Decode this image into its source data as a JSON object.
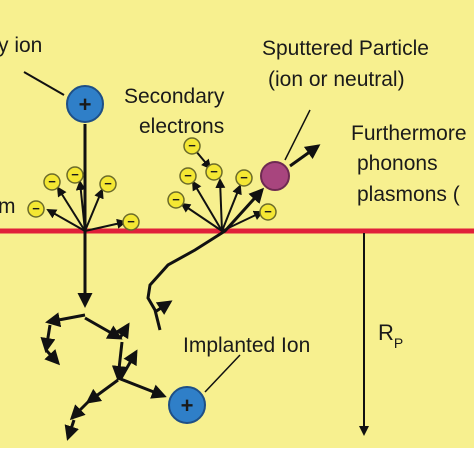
{
  "colors": {
    "background": "#F7F08F",
    "surface_line": "#E0203A",
    "ion_fill": "#2F7FC8",
    "electron_fill": "#F4E733",
    "particle_fill": "#A8457E",
    "arrow": "#111111"
  },
  "labels": {
    "primary_ion": "y ion",
    "secondary_electrons_line1": "Secondary",
    "secondary_electrons_line2": "electrons",
    "sputtered_line1": "Sputtered Particle",
    "sputtered_line2": "(ion or neutral)",
    "furthermore_line1": "Furthermore",
    "furthermore_line2": "phonons",
    "furthermore_line3": "plasmons (",
    "surface": "m",
    "implanted_ion": "Implanted Ion",
    "range_symbol": "R",
    "range_subscript": "P"
  },
  "symbols": {
    "ion_charge": "+",
    "electron_charge": "−"
  },
  "icons": {
    "primary_ion": "positive-ion-icon",
    "electron": "electron-icon",
    "sputtered_particle": "particle-icon",
    "implanted_ion": "positive-ion-icon"
  }
}
